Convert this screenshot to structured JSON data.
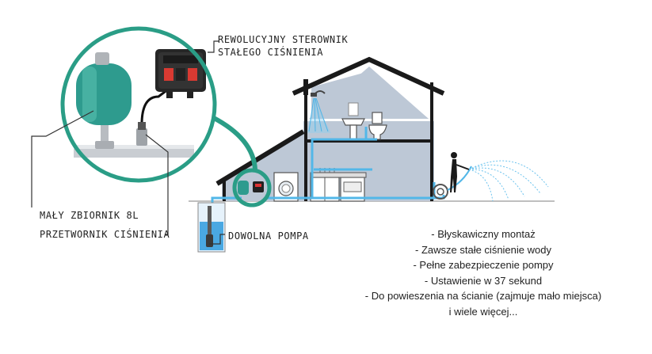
{
  "labels": {
    "controller_line1": "REWOLUCYJNY STEROWNIK",
    "controller_line2": "STAŁEGO CIŚNIENIA",
    "tank": "MAŁY ZBIORNIK 8L",
    "transducer": "PRZETWORNIK CIŚNIENIA",
    "pump": "DOWOLNA POMPA"
  },
  "features": [
    "- Błyskawiczny montaż",
    "- Zawsze stałe ciśnienie wody",
    "- Pełne zabezpieczenie pompy",
    "- Ustawienie w 37 sekund",
    "- Do powieszenia na ścianie (zajmuje mało miejsca)",
    "i wiele więcej..."
  ],
  "colors": {
    "house_fill": "#bdc8d6",
    "outline": "#1a1a1a",
    "water_pipe": "#52b7e8",
    "accent_ring": "#2a9d86",
    "tank": "#2e9b8e"
  }
}
